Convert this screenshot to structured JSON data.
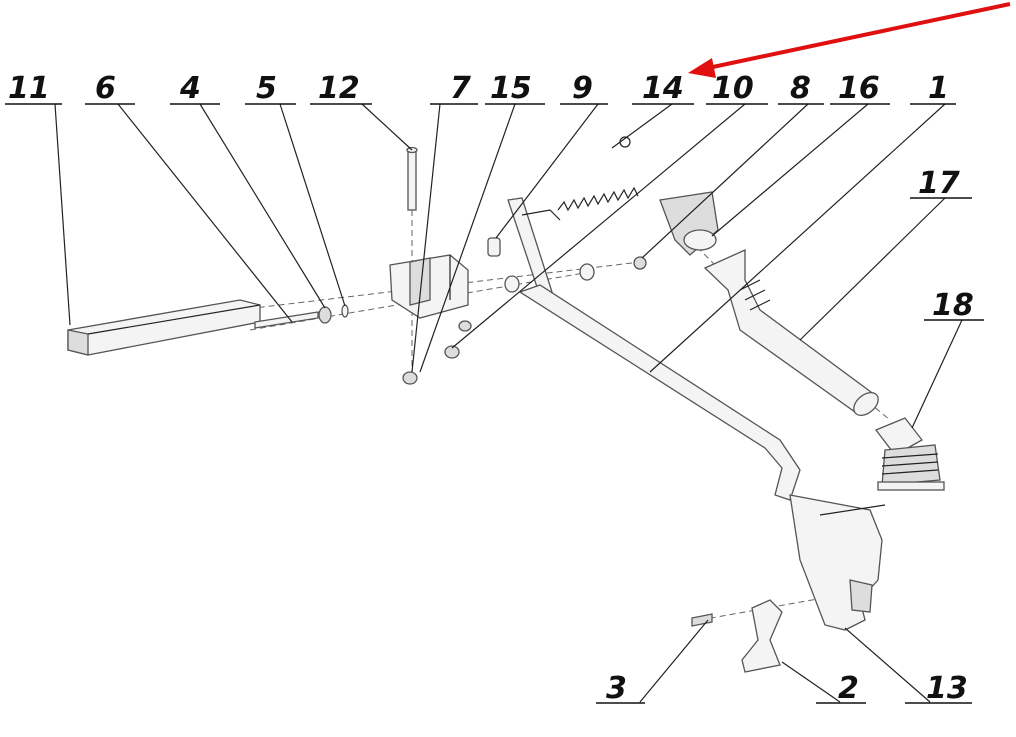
{
  "diagram": {
    "labels": [
      "11",
      "6",
      "4",
      "5",
      "12",
      "7",
      "15",
      "9",
      "14",
      "10",
      "8",
      "16",
      "1",
      "17",
      "18",
      "3",
      "2",
      "13"
    ],
    "highlight_color": "#e01010",
    "line_color": "#222222"
  }
}
